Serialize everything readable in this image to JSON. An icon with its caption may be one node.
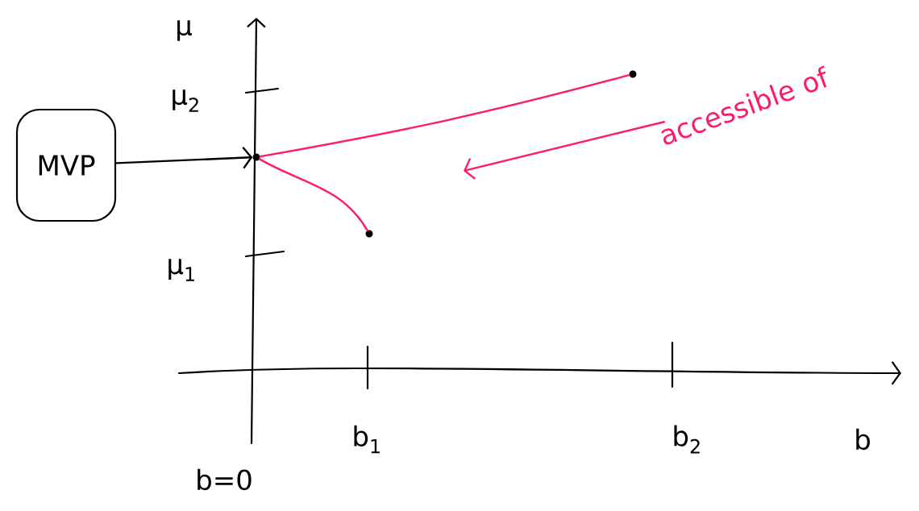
{
  "diagram": {
    "nodes": [
      {
        "text": [
          "MVP"
        ]
      },
      {
        "text": [],
        "shape": "circle"
      },
      {
        "text": [],
        "shape": "circle"
      },
      {
        "text": [],
        "shape": "circle"
      },
      {
        "text": [
          "accessible of"
        ]
      }
    ],
    "edges": [
      {
        "from": 0,
        "to": 1,
        "arrow": "to",
        "color": "#000000"
      },
      {
        "from": 1,
        "to": 2,
        "arrow": "none",
        "color": "#ff1a6e"
      },
      {
        "from": 1,
        "to": 3,
        "arrow": "none",
        "color": "#ff1a6e"
      },
      {
        "from": 4,
        "to": null,
        "arrow": "to",
        "color": "#ff1a6e"
      }
    ],
    "labels": [
      "μ",
      "μ$_{2}$",
      "μ$_{1}$",
      "b=0",
      "b$_{1}$",
      "b$_{2}$",
      "b"
    ]
  }
}
